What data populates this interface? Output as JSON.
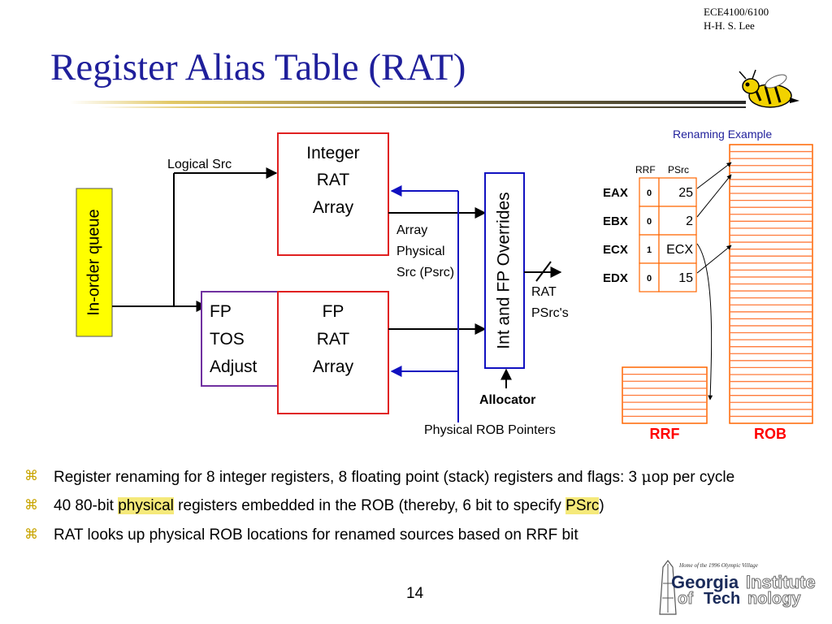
{
  "header": {
    "course": "ECE4100/6100",
    "author": "H-H. S. Lee"
  },
  "title": "Register Alias Table (RAT)",
  "colors": {
    "title": "#1f1f9b",
    "queue_fill": "#ffff00",
    "rat_border": "#e02020",
    "fp_tos_border": "#7030a0",
    "overrides_border": "#1010c0",
    "rob_rrf_fill": "#ff6600",
    "rob_rrf_lines": "#ff9060",
    "bullet_marker": "#c8a400",
    "highlight": "#f5e97a"
  },
  "diagram": {
    "inorder_queue": "In-order queue",
    "logical_src": "Logical Src",
    "integer_rat": [
      "Integer",
      "RAT",
      "Array"
    ],
    "fp_tos": [
      "FP",
      "TOS",
      "Adjust"
    ],
    "fp_rat": [
      "FP",
      "RAT",
      "Array"
    ],
    "array_psrc": [
      "Array",
      "Physical",
      "Src (Psrc)"
    ],
    "overrides": "Int and FP Overrides",
    "rat_psrcs": [
      "RAT",
      "PSrc's"
    ],
    "allocator": "Allocator",
    "physical_rob_pointers": "Physical ROB Pointers"
  },
  "example": {
    "title": "Renaming Example",
    "col_rrf": "RRF",
    "col_psrc": "PSrc",
    "rows": [
      {
        "reg": "EAX",
        "rrf": "0",
        "psrc": "25"
      },
      {
        "reg": "EBX",
        "rrf": "0",
        "psrc": "2"
      },
      {
        "reg": "ECX",
        "rrf": "1",
        "psrc": "ECX"
      },
      {
        "reg": "EDX",
        "rrf": "0",
        "psrc": "15"
      }
    ],
    "rrf_label": "RRF",
    "rob_label": "ROB"
  },
  "bullets": [
    {
      "marker": "⌘",
      "before": "Register renaming for 8 integer registers, 8 floating point (stack) registers and flags: 3 ",
      "mu": "μ",
      "after": "op per cycle"
    },
    {
      "marker": "⌘",
      "before": "40 80-bit ",
      "hl1": "physical",
      "mid": " registers embedded in the ROB (thereby, 6 bit to specify ",
      "hl2": "PSrc",
      "after": ")"
    },
    {
      "marker": "⌘",
      "before": "RAT looks up physical ROB locations for renamed sources based on RRF bit"
    }
  ],
  "page_number": "14",
  "logo": {
    "caption": "Home of the 1996 Olympic Village",
    "georgia": "Georgia",
    "institute": "Institute",
    "of": "of",
    "tech": "Tech",
    "nology": "nology"
  }
}
